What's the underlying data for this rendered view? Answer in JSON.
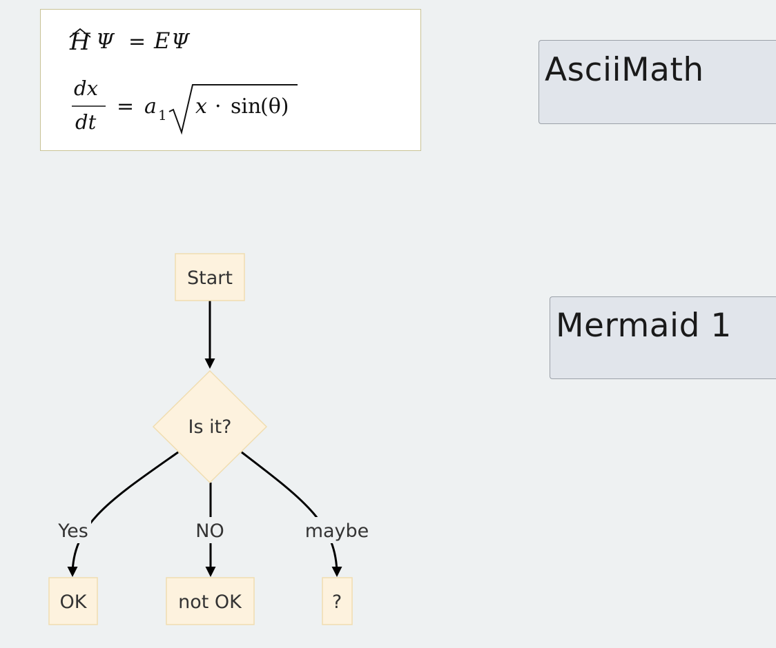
{
  "math_panel": {
    "eq1": {
      "H": "H",
      "hat": "^",
      "Psi1": "Ψ",
      "equals": "=",
      "E": "E",
      "Psi2": "Ψ"
    },
    "eq2": {
      "num": "dx",
      "den": "dt",
      "equals": "=",
      "a": "a",
      "sub": "1",
      "radicand_x": "x",
      "dot": "·",
      "sin": "sin",
      "theta": "(θ)"
    }
  },
  "labels": {
    "asciimath": "AsciiMath",
    "mermaid": "Mermaid 1"
  },
  "flowchart": {
    "nodes": {
      "start": "Start",
      "decision": "Is it?",
      "ok": "OK",
      "not_ok": "not OK",
      "unknown": "?"
    },
    "edges": {
      "yes": "Yes",
      "no": "NO",
      "maybe": "maybe"
    },
    "colors": {
      "node_fill": "#fdf2de",
      "node_stroke": "#f0ddb0",
      "edge": "#000000",
      "label_box_bg": "#e1e5eb"
    }
  }
}
